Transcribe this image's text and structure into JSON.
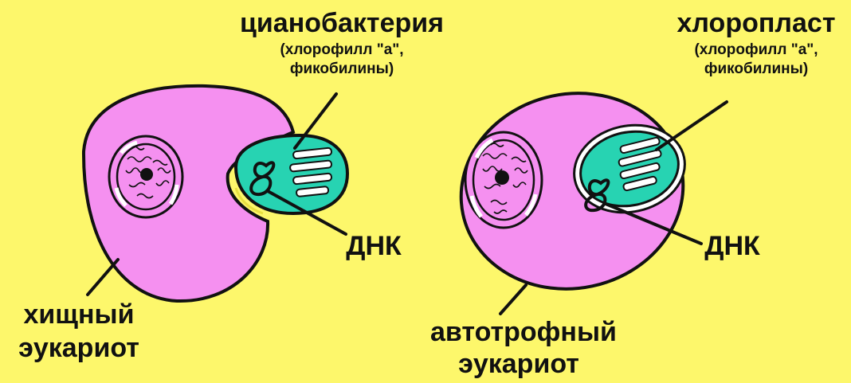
{
  "labels": {
    "cyanobacterium": "цианобактерия",
    "cyano_pigment_line1": "(хлорофилл \"а\",",
    "cyano_pigment_line2": "фикобилины)",
    "chloroplast": "хлоропласт",
    "chloro_pigment_line1": "(хлорофилл \"а\",",
    "chloro_pigment_line2": "фикобилины)",
    "dna_left": "ДНК",
    "dna_right": "ДНК",
    "predator_line1": "хищный",
    "predator_line2": "эукариот",
    "autotroph_line1": "автотрофный",
    "autotroph_line2": "эукариот"
  },
  "colors": {
    "background": "#fdf76b",
    "eukaryote_cell": "#f590f0",
    "nucleus": "#f590f0",
    "cyanobacterium": "#27d3b2",
    "outline": "#111111",
    "thylakoid": "#ffffff"
  }
}
